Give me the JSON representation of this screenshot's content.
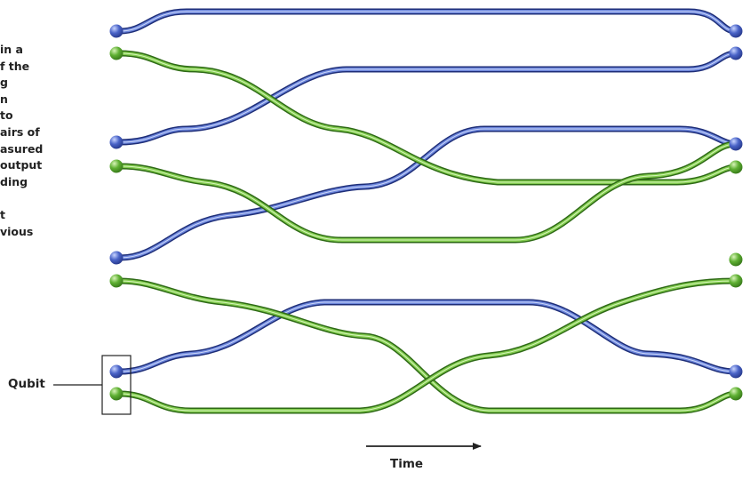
{
  "caption_lines": [
    "in a",
    "f the",
    "g",
    "n",
    "to",
    "airs of",
    "asured",
    "output",
    "ding",
    "",
    "t",
    "vious"
  ],
  "labels": {
    "qubit": "Qubit",
    "time": "Time"
  },
  "colors": {
    "blue": "#5068b8",
    "green": "#6cb83c",
    "axis": "#222222"
  }
}
